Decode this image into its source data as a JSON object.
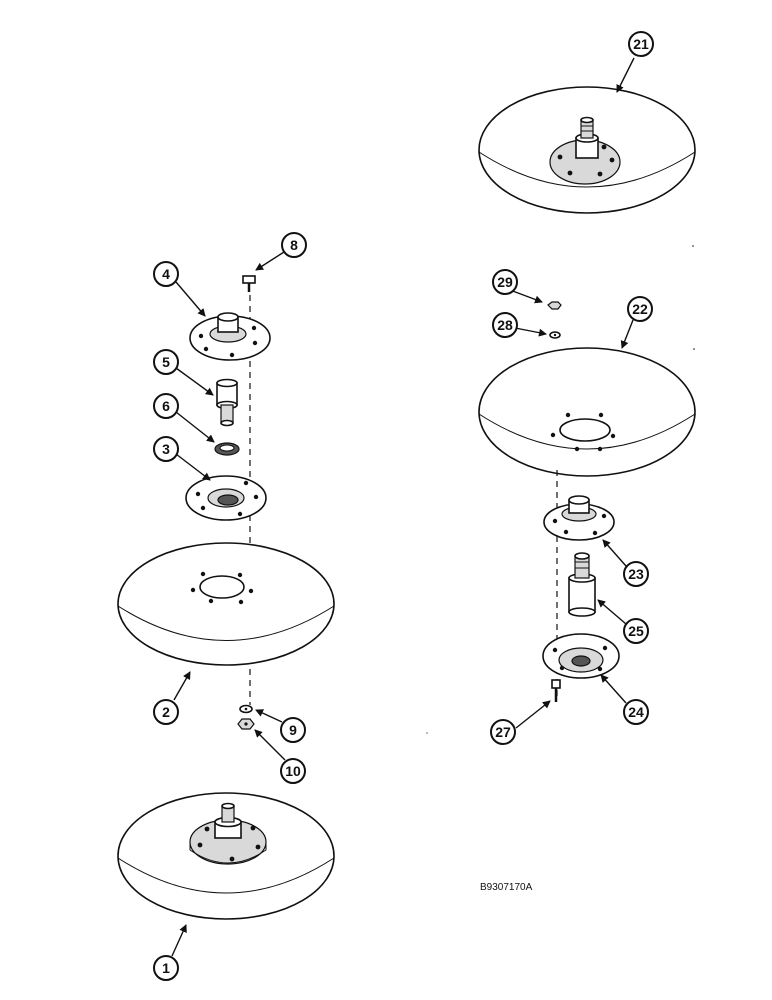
{
  "callouts": {
    "c1": "1",
    "c2": "2",
    "c3": "3",
    "c4": "4",
    "c5": "5",
    "c6": "6",
    "c8": "8",
    "c9": "9",
    "c10": "10",
    "c21": "21",
    "c22": "22",
    "c23": "23",
    "c24": "24",
    "c25": "25",
    "c27": "27",
    "c28": "28",
    "c29": "29"
  },
  "figure_code": "B9307170A",
  "colors": {
    "line": "#111111",
    "background": "#ffffff"
  }
}
